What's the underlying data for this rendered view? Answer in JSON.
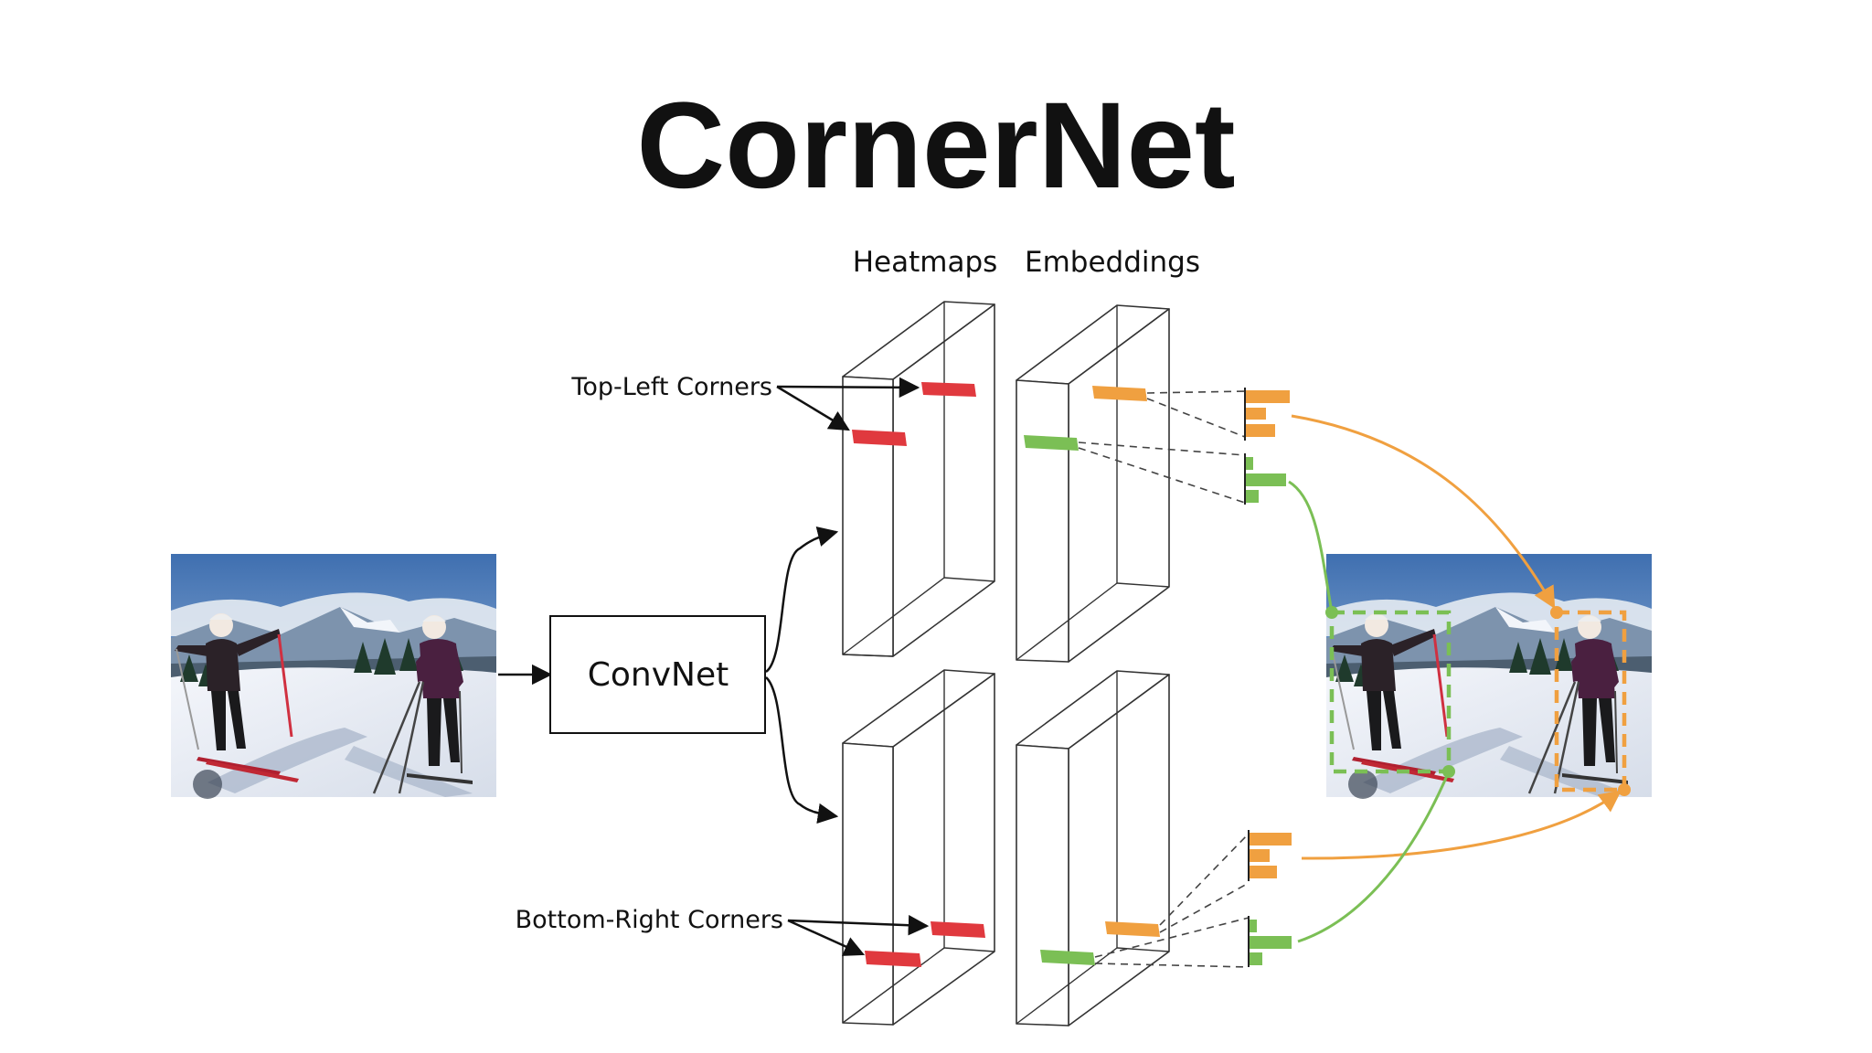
{
  "title": "CornerNet",
  "labels": {
    "heatmaps": "Heatmaps",
    "embeddings": "Embeddings",
    "top_left_corners": "Top-Left Corners",
    "bottom_right_corners": "Bottom-Right Corners",
    "convnet": "ConvNet"
  },
  "colors": {
    "heatmap_mark": "#e0393e",
    "orange": "#f0a040",
    "green": "#7bbf55",
    "outline": "#333333",
    "text": "#111111"
  },
  "icons": {
    "input_photo": "skiers-photo",
    "output_photo": "skiers-photo-with-boxes"
  }
}
